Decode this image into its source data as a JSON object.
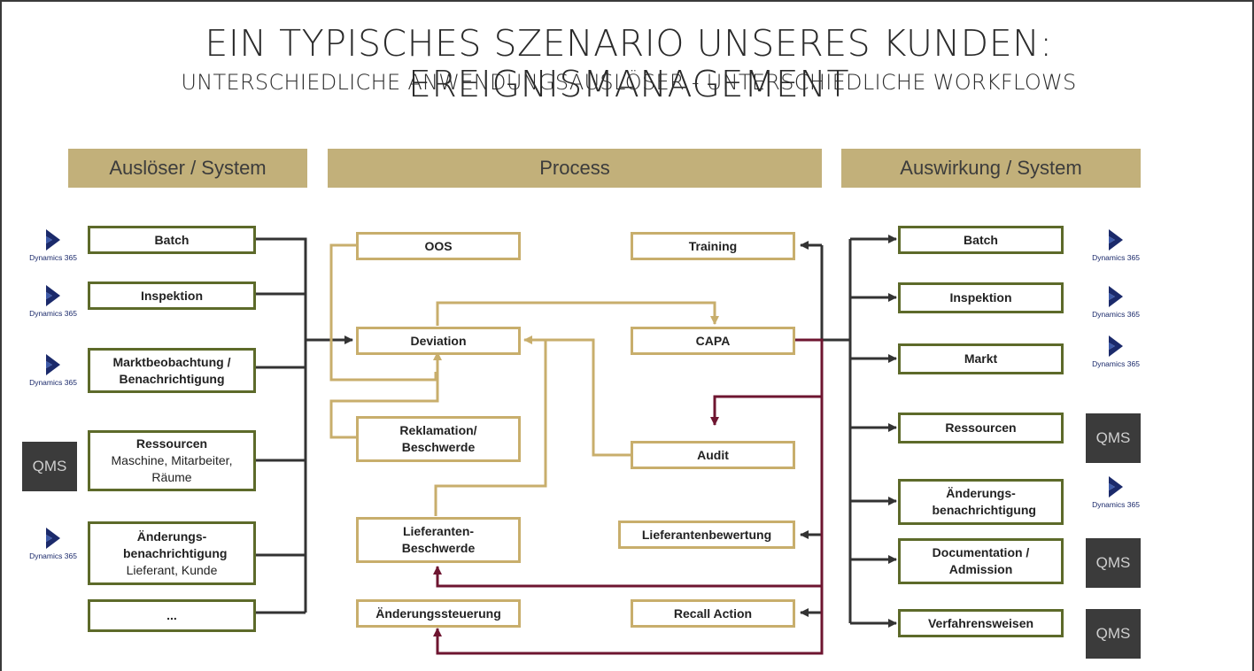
{
  "title": "EIN TYPISCHES SZENARIO UNSERES KUNDEN: EREIGNISMANAGEMENT",
  "subtitle": "UNTERSCHIEDLICHE ANWENDUNGSAUSLÖSER - UNTERSCHIEDLICHE WORKFLOWS",
  "headers": {
    "left": "Auslöser / System",
    "center": "Process",
    "right": "Auswirkung / System"
  },
  "left_boxes": [
    {
      "label": "Batch",
      "sub": ""
    },
    {
      "label": "Inspektion",
      "sub": ""
    },
    {
      "label": "Marktbeobachtung / Benachrichtigung",
      "sub": ""
    },
    {
      "label": "Ressourcen",
      "sub": "Maschine, Mitarbeiter, Räume"
    },
    {
      "label": "Änderungs-benachrichtigung",
      "sub": "Lieferant, Kunde"
    },
    {
      "label": "...",
      "sub": ""
    }
  ],
  "process_boxes": {
    "oos": "OOS",
    "deviation": "Deviation",
    "reklamation": "Reklamation/ Beschwerde",
    "lieferanten_beschwerde": "Lieferanten-Beschwerde",
    "aenderungssteuerung": "Änderungssteuerung",
    "training": "Training",
    "capa": "CAPA",
    "audit": "Audit",
    "lieferantenbewertung": "Lieferantenbewertung",
    "recall": "Recall Action"
  },
  "right_boxes": [
    {
      "label": "Batch"
    },
    {
      "label": "Inspektion"
    },
    {
      "label": "Markt"
    },
    {
      "label": "Ressourcen"
    },
    {
      "label": "Änderungs-benachrichtigung"
    },
    {
      "label": "Documentation / Admission"
    },
    {
      "label": "Verfahrensweisen"
    }
  ],
  "system_labels": {
    "dynamics": "Dynamics 365",
    "qms": "QMS"
  },
  "colors": {
    "header_fill": "#c2b07a",
    "system_box_border": "#5d6a2a",
    "process_box_border": "#c8ae6c",
    "connector_dark": "#333333",
    "connector_gold": "#c8ae6c",
    "connector_maroon": "#6e1530",
    "qms_fill": "#3b3b3b"
  }
}
